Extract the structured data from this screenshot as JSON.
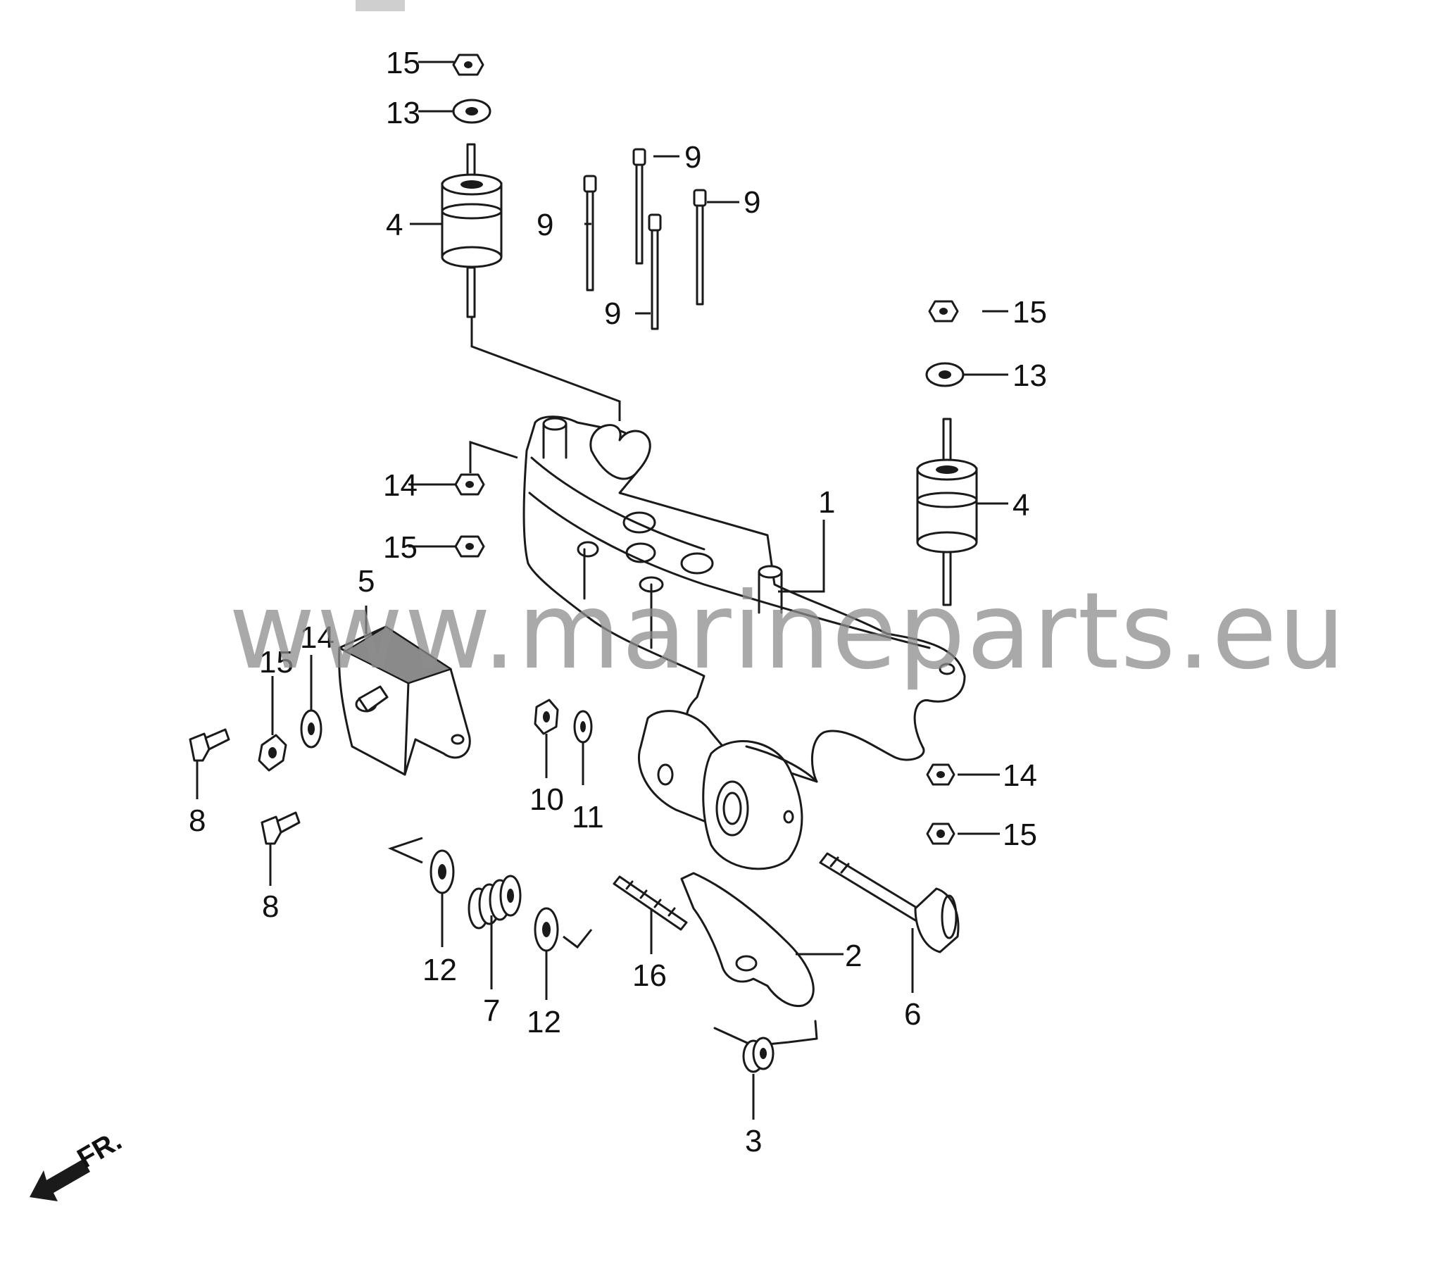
{
  "watermark": "www.marineparts.eu",
  "front_indicator": "FR.",
  "callouts": {
    "c1": "1",
    "c2": "2",
    "c3": "3",
    "c4a": "4",
    "c4b": "4",
    "c5": "5",
    "c6": "6",
    "c7": "7",
    "c8a": "8",
    "c8b": "8",
    "c9a": "9",
    "c9b": "9",
    "c9c": "9",
    "c9d": "9",
    "c10": "10",
    "c11": "11",
    "c12a": "12",
    "c12b": "12",
    "c13a": "13",
    "c13b": "13",
    "c14a": "14",
    "c14b": "14",
    "c14c": "14",
    "c15a": "15",
    "c15b": "15",
    "c15c": "15",
    "c15d": "15",
    "c15e": "15",
    "c16": "16"
  }
}
